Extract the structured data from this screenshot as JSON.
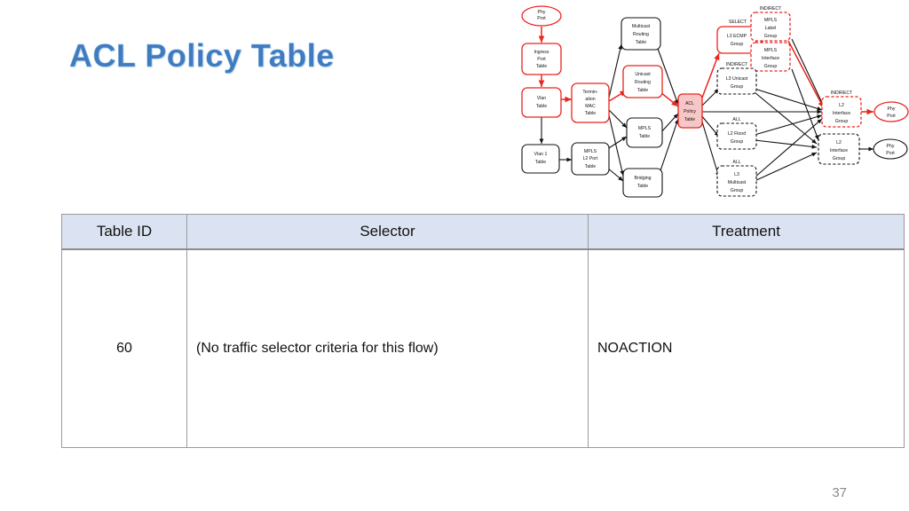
{
  "slide": {
    "title": "ACL Policy Table",
    "page_number": "37",
    "accent_color": "#3f7bbf",
    "header_fill": "#dbe2f1",
    "highlight_color": "#e8251f"
  },
  "table": {
    "headers": [
      "Table ID",
      "Selector",
      "Treatment"
    ],
    "rows": [
      {
        "table_id": "60",
        "selector": "(No traffic selector criteria for this flow)",
        "treatment": "NOACTION"
      }
    ]
  },
  "diagram": {
    "name": "openflow-pipeline-diagram",
    "nodes": [
      {
        "id": "phy-port-in",
        "label": [
          "Phy",
          "Port"
        ],
        "shape": "ellipse",
        "style": "red"
      },
      {
        "id": "ingress-port-table",
        "label": [
          "Ingress",
          "Port",
          "Table"
        ],
        "shape": "box",
        "style": "red"
      },
      {
        "id": "vlan-table",
        "label": [
          "Vlan",
          "Table"
        ],
        "shape": "box",
        "style": "red"
      },
      {
        "id": "vlan-1-table",
        "label": [
          "Vlan 1",
          "Table"
        ],
        "shape": "box",
        "style": "black"
      },
      {
        "id": "termination-mac-table",
        "label": [
          "Termin-",
          "ation",
          "MAC",
          "Table"
        ],
        "shape": "box",
        "style": "red"
      },
      {
        "id": "mpls-l2-port-table",
        "label": [
          "MPLS",
          "L2 Port",
          "Table"
        ],
        "shape": "box",
        "style": "black"
      },
      {
        "id": "multicast-routing-table",
        "label": [
          "Multicast",
          "Routing",
          "Table"
        ],
        "shape": "box",
        "style": "black"
      },
      {
        "id": "unicast-routing-table",
        "label": [
          "Unicast",
          "Routing",
          "Table"
        ],
        "shape": "box",
        "style": "red"
      },
      {
        "id": "mpls-table",
        "label": [
          "MPLS",
          "Table"
        ],
        "shape": "box",
        "style": "black"
      },
      {
        "id": "bridging-table",
        "label": [
          "Bridging",
          "Table"
        ],
        "shape": "box",
        "style": "black"
      },
      {
        "id": "acl-policy-table",
        "label": [
          "ACL",
          "Policy",
          "Table"
        ],
        "shape": "box",
        "style": "red-filled",
        "highlighted": true
      },
      {
        "id": "l3-ecmp-group",
        "label": [
          "L3 ECMP",
          "Group"
        ],
        "shape": "box",
        "style": "red",
        "tag": "SELECT"
      },
      {
        "id": "mpls-label-group",
        "label": [
          "MPLS",
          "Label",
          "Group"
        ],
        "shape": "box-dashed",
        "style": "red",
        "tag": "INDIRECT"
      },
      {
        "id": "mpls-interface-group",
        "label": [
          "MPLS",
          "Interface",
          "Group"
        ],
        "shape": "box-dashed",
        "style": "red",
        "tag": ""
      },
      {
        "id": "l3-unicast-group",
        "label": [
          "L3 Unicast",
          "Group"
        ],
        "shape": "box-dashed",
        "style": "black",
        "tag": "INDIRECT"
      },
      {
        "id": "l2-flood-group",
        "label": [
          "L2 Flood",
          "Group"
        ],
        "shape": "box-dashed",
        "style": "black",
        "tag": "ALL"
      },
      {
        "id": "l3-multicast-group",
        "label": [
          "L3",
          "Multicast",
          "Group"
        ],
        "shape": "box-dashed",
        "style": "black",
        "tag": "ALL"
      },
      {
        "id": "l2-interface-group-1",
        "label": [
          "L2",
          "Interface",
          "Group"
        ],
        "shape": "box-dashed",
        "style": "red",
        "tag": "INDIRECT"
      },
      {
        "id": "l2-interface-group-2",
        "label": [
          "L2",
          "Interface",
          "Group"
        ],
        "shape": "box-dashed",
        "style": "black",
        "tag": ""
      },
      {
        "id": "phy-port-out-1",
        "label": [
          "Phy",
          "Port"
        ],
        "shape": "ellipse",
        "style": "red"
      },
      {
        "id": "phy-port-out-2",
        "label": [
          "Phy",
          "Port"
        ],
        "shape": "ellipse",
        "style": "black"
      }
    ]
  }
}
